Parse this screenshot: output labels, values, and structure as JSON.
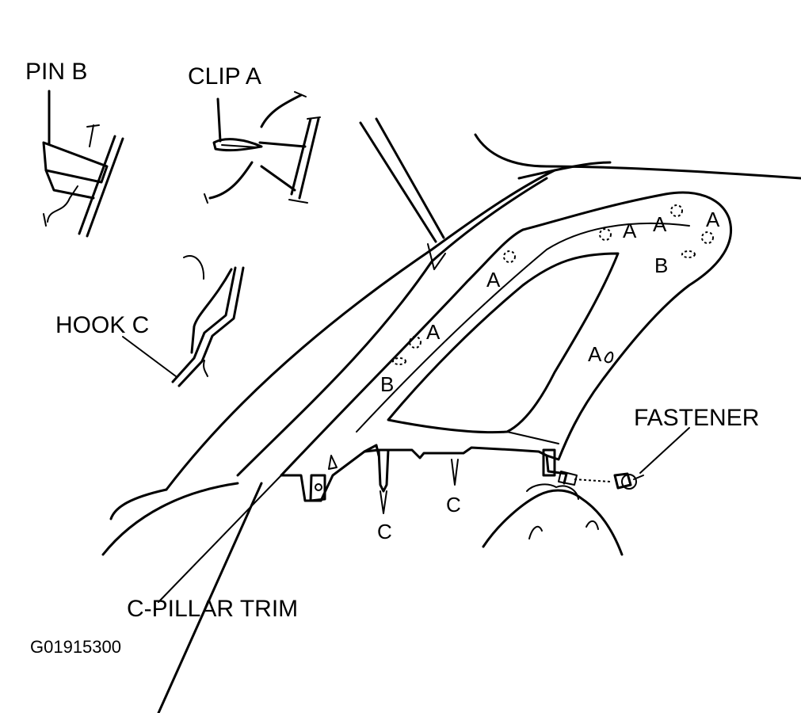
{
  "labels": {
    "pin_b": "PIN B",
    "clip_a": "CLIP A",
    "hook_c": "HOOK C",
    "fastener": "FASTENER",
    "c_pillar_trim": "C-PILLAR TRIM",
    "figure_code": "G01915300"
  },
  "markers": {
    "a": "A",
    "b": "B",
    "c": "C"
  },
  "colors": {
    "ink": "#000000",
    "paper": "#ffffff"
  }
}
